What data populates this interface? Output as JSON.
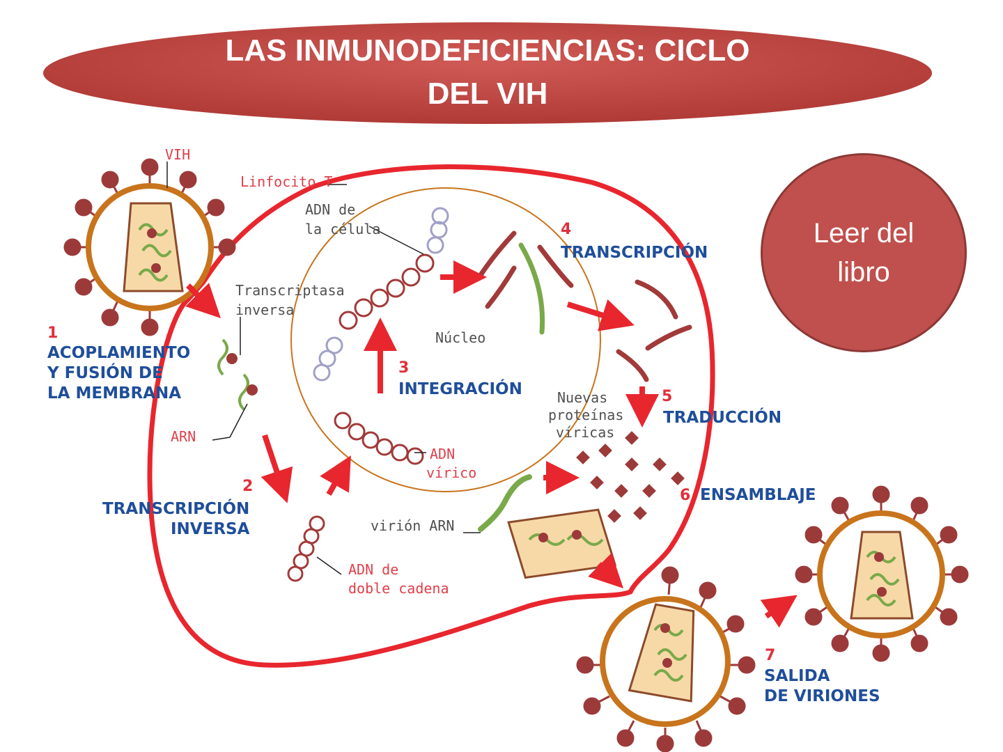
{
  "title": {
    "line1": "LAS INMUNODEFICIENCIAS: CICLO",
    "line2": "DEL VIH"
  },
  "note": {
    "line1": "Leer del",
    "line2": "libro"
  },
  "labels": {
    "vih": "VIH",
    "linfocito": "Linfocito T",
    "adn_celula_1": "ADN de",
    "adn_celula_2": "la célula",
    "transcriptasa_1": "Transcriptasa",
    "transcriptasa_2": "inversa",
    "nucleo": "Núcleo",
    "arn": "ARN",
    "adn_virico_1": "ADN",
    "adn_virico_2": "vírico",
    "nuevas_1": "Nuevas",
    "nuevas_2": "proteínas",
    "nuevas_3": "víricas",
    "virion_arn": "virión ARN",
    "adn_doble_1": "ADN de",
    "adn_doble_2": "doble cadena"
  },
  "steps": [
    {
      "num": "1",
      "lines": [
        "ACOPLAMIENTO",
        "Y FUSIÓN DE",
        "LA MEMBRANA"
      ]
    },
    {
      "num": "2",
      "lines": [
        "TRANSCRIPCIÓN",
        "INVERSA"
      ]
    },
    {
      "num": "3",
      "lines": [
        "INTEGRACIÓN"
      ]
    },
    {
      "num": "4",
      "lines": [
        "TRANSCRIPCIÓN"
      ]
    },
    {
      "num": "5",
      "lines": [
        "TRADUCCIÓN"
      ]
    },
    {
      "num": "6",
      "lines": [
        "ENSAMBLAJE"
      ]
    },
    {
      "num": "7",
      "lines": [
        "SALIDA",
        "DE VIRIONES"
      ]
    }
  ],
  "colors": {
    "banner": "#c0504d",
    "cell_membrane": "#e8262e",
    "virus_envelope": "#c8741c",
    "spike": "#9c3a3a",
    "capsid": "#f7d9a8",
    "rna_green": "#7aa94a",
    "dna_gray": "#a0a0c8",
    "dna_red": "#a23a3a",
    "step_text": "#1f4e9a",
    "label_text": "#e0404a"
  }
}
